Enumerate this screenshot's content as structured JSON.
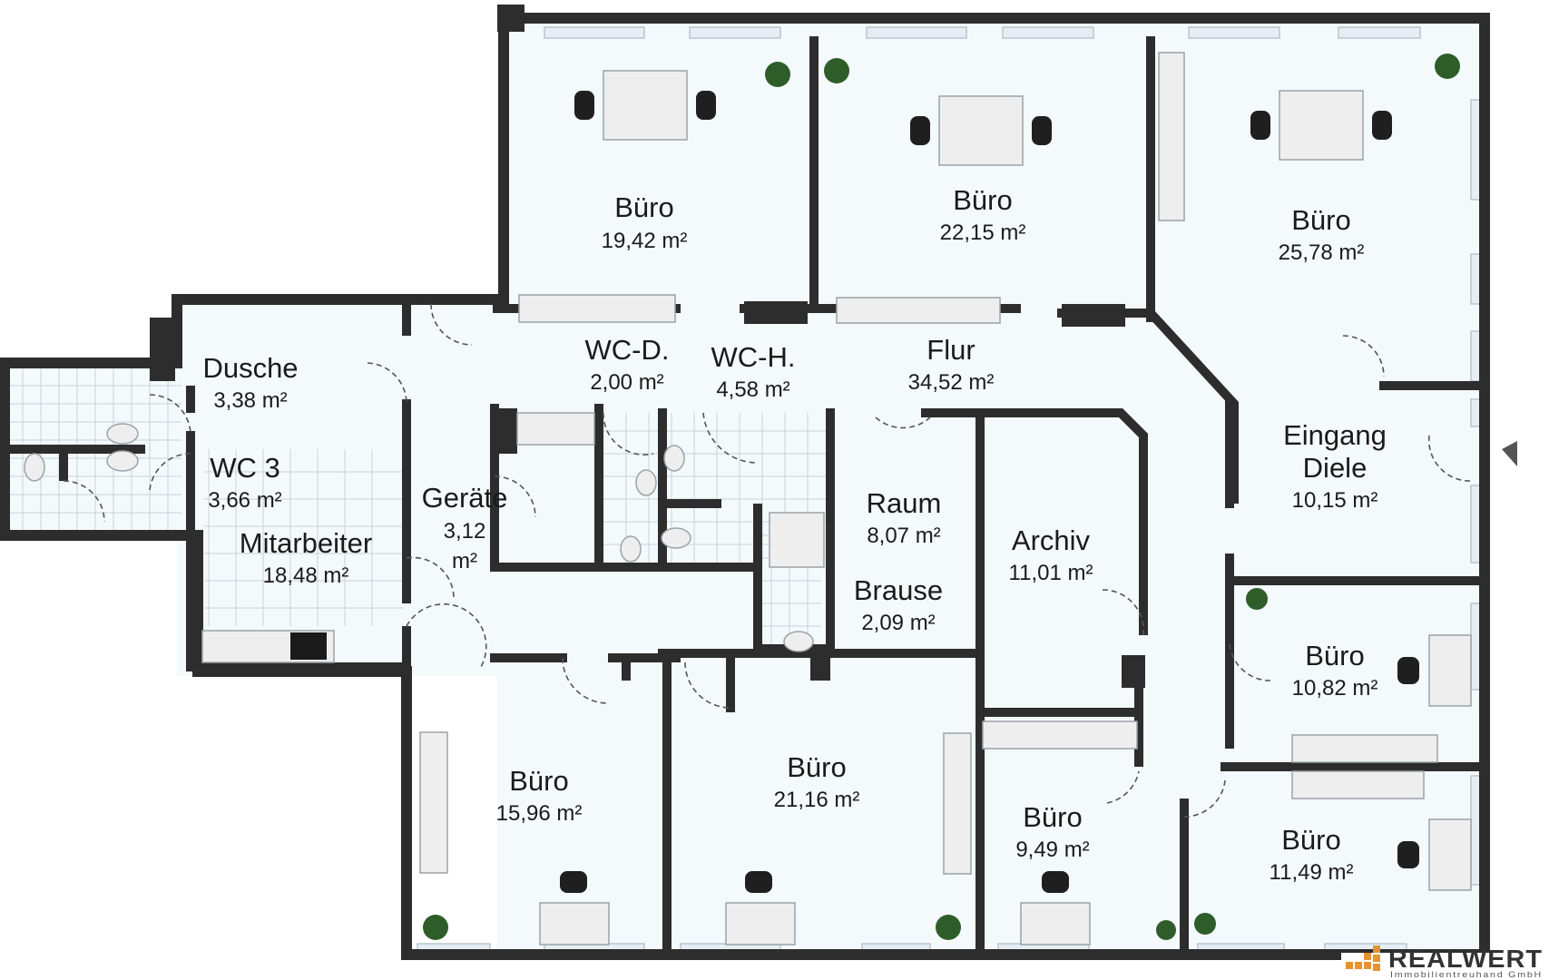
{
  "rooms": [
    {
      "id": "buero-1",
      "name": "Büro",
      "area": "19,42 m²"
    },
    {
      "id": "buero-2",
      "name": "Büro",
      "area": "22,15 m²"
    },
    {
      "id": "buero-3",
      "name": "Büro",
      "area": "25,78 m²"
    },
    {
      "id": "dusche",
      "name": "Dusche",
      "area": "3,38 m²"
    },
    {
      "id": "wc3",
      "name": "WC 3",
      "area": "3,66 m²"
    },
    {
      "id": "mitarbeiter",
      "name": "Mitarbeiter",
      "area": "18,48 m²"
    },
    {
      "id": "geraete",
      "name": "Geräte",
      "area_line1": "3,12",
      "area_line2": "m²"
    },
    {
      "id": "wc-d",
      "name": "WC-D.",
      "area": "2,00 m²"
    },
    {
      "id": "wc-h",
      "name": "WC-H.",
      "area": "4,58 m²"
    },
    {
      "id": "flur",
      "name": "Flur",
      "area": "34,52 m²"
    },
    {
      "id": "eingang",
      "name_line1": "Eingang",
      "name_line2": "Diele",
      "area": "10,15 m²"
    },
    {
      "id": "raum",
      "name": "Raum",
      "area": "8,07 m²"
    },
    {
      "id": "brause",
      "name": "Brause",
      "area": "2,09 m²"
    },
    {
      "id": "archiv",
      "name": "Archiv",
      "area": "11,01 m²"
    },
    {
      "id": "buero-4",
      "name": "Büro",
      "area": "10,82 m²"
    },
    {
      "id": "buero-5",
      "name": "Büro",
      "area": "15,96 m²"
    },
    {
      "id": "buero-6",
      "name": "Büro",
      "area": "21,16 m²"
    },
    {
      "id": "buero-7",
      "name": "Büro",
      "area": "9,49 m²"
    },
    {
      "id": "buero-8",
      "name": "Büro",
      "area": "11,49 m²"
    }
  ],
  "logo": {
    "name": "REALWERT",
    "subtitle": "Immobilientreuhand GmbH"
  },
  "colors": {
    "wall": "#2d2d2d",
    "floor": "#f4f9fc",
    "window": "#e7eef3"
  }
}
